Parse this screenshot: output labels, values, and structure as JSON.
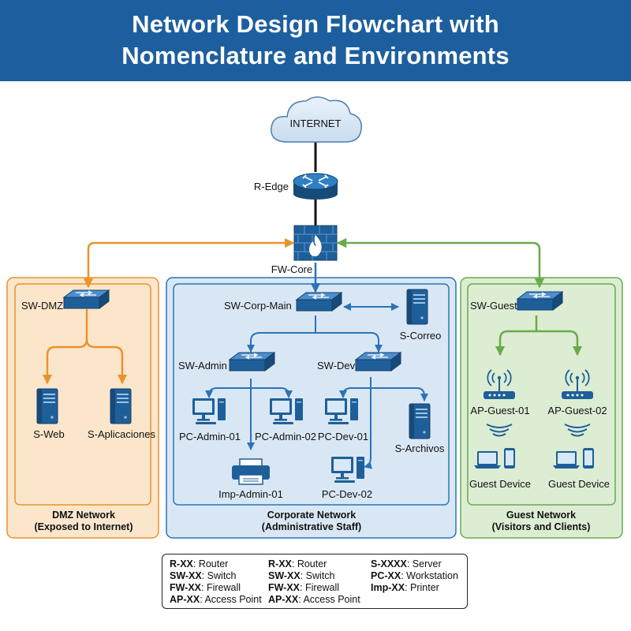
{
  "title": {
    "line1": "Network Design Flowchart with",
    "line2": "Nomenclature and Environments"
  },
  "colors": {
    "header": "#1d5f9e",
    "dmz": "#e8942a",
    "corporate": "#2b73b8",
    "guest": "#6aaa4c",
    "device": "#1f5f99"
  },
  "nodes": {
    "internet": "INTERNET",
    "router": "R-Edge",
    "firewall": "FW-Core",
    "sw_dmz": "SW-DMZ",
    "s_web": "S-Web",
    "s_apps": "S-Aplicaciones",
    "sw_corp": "SW-Corp-Main",
    "s_correo": "S-Correo",
    "sw_admin": "SW-Admin",
    "sw_dev": "SW-Dev",
    "pc_admin1": "PC-Admin-01",
    "pc_admin2": "PC-Admin-02",
    "imp_admin": "Imp-Admin-01",
    "pc_dev1": "PC-Dev-01",
    "pc_dev2": "PC-Dev-02",
    "s_archivos": "S-Archivos",
    "sw_guest": "SW-Guest",
    "ap_guest1": "AP-Guest-01",
    "ap_guest2": "AP-Guest-02",
    "guest_dev1": "Guest Device",
    "guest_dev2": "Guest Device"
  },
  "zones": {
    "dmz": {
      "line1": "DMZ Network",
      "line2": "(Exposed to Internet)"
    },
    "corporate": {
      "line1": "Corporate Network",
      "line2": "(Administrative Staff)"
    },
    "guest": {
      "line1": "Guest Network",
      "line2": "(Visitors and Clients)"
    }
  },
  "legend": [
    {
      "code": "R-XX",
      "text": ": Router"
    },
    {
      "code": "SW-XX",
      "text": ": Switch"
    },
    {
      "code": "FW-XX",
      "text": ": Firewall"
    },
    {
      "code": "AP-XX",
      "text": ": Access Point"
    },
    {
      "code": "R-XX",
      "text": ": Router"
    },
    {
      "code": "SW-XX",
      "text": ": Switch"
    },
    {
      "code": "FW-XX",
      "text": ": Firewall"
    },
    {
      "code": "AP-XX",
      "text": ": Access Point"
    },
    {
      "code": "S-XXXX",
      "text": ": Server"
    },
    {
      "code": "PC-XX",
      "text": ": Workstation"
    },
    {
      "code": "Imp-XX",
      "text": ": Printer"
    }
  ]
}
